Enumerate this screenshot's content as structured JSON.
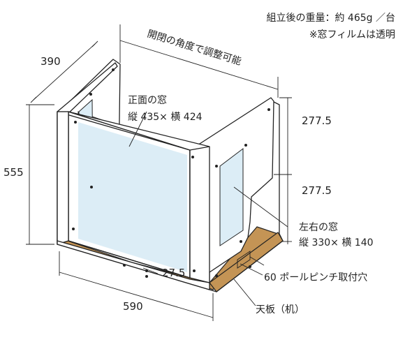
{
  "notes": {
    "weight": "組立後の重量：約 465g ／台",
    "film": "※窓フィルムは透明"
  },
  "dimensions": {
    "depth": "390",
    "height": "555",
    "width": "590",
    "side_upper": "277.5",
    "side_lower": "277.5",
    "slot": "27.5"
  },
  "labels": {
    "angle": "開閉の角度で調整可能",
    "front_window_title": "正面の窓",
    "front_window_size": "縦 435×  横 424",
    "side_window_title": "左右の窓",
    "side_window_size": "縦 330×  横 140",
    "pole_clamp": "60  ポールピンチ取付穴",
    "desk": "天板（机）"
  }
}
